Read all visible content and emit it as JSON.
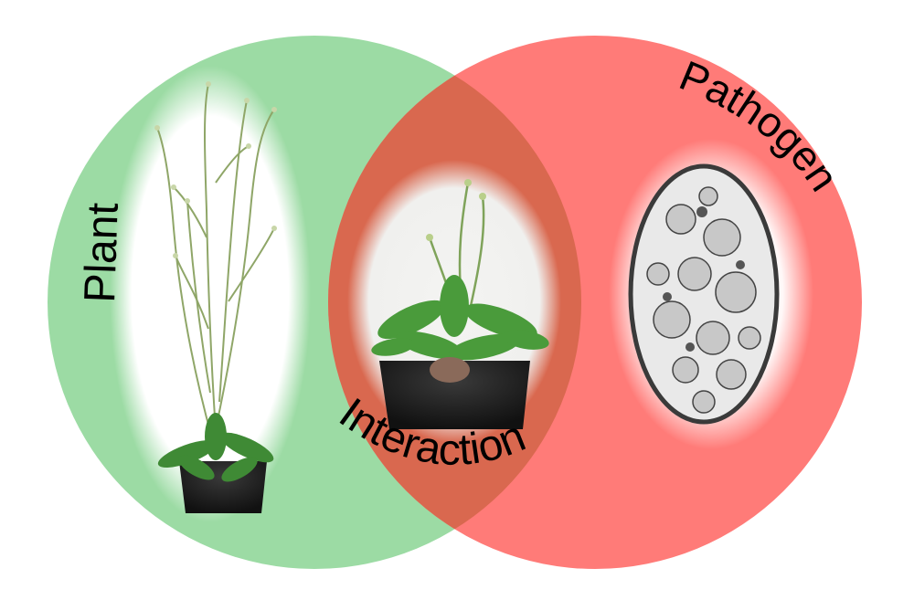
{
  "diagram": {
    "type": "venn",
    "sets": [
      {
        "id": "plant",
        "label": "Plant",
        "color": "#9cdba4"
      },
      {
        "id": "pathogen",
        "label": "Pathogen",
        "color": "#ff7b78"
      }
    ],
    "intersection": {
      "label": "Interaction",
      "color": "#d9684f"
    },
    "images": [
      {
        "set": "plant",
        "icon": "arabidopsis-plant-photo"
      },
      {
        "set": "intersection",
        "icon": "infected-plant-photo"
      },
      {
        "set": "pathogen",
        "icon": "pathogen-cell-micrograph"
      }
    ]
  }
}
